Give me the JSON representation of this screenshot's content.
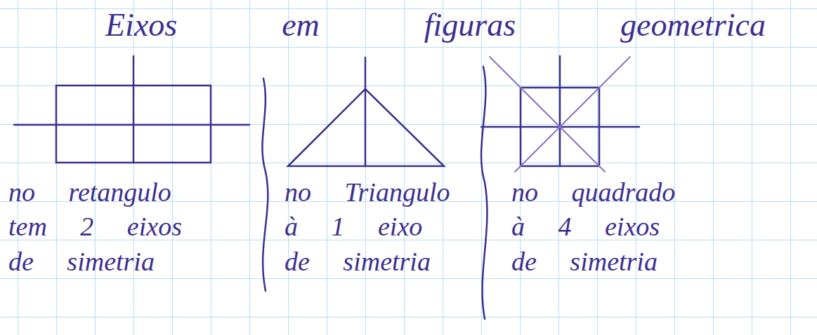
{
  "diagram": {
    "title": "Eixos em figuras geometrica",
    "labels": [
      "no retangulo tem 2 eixos de simetria",
      "no Triangulo à 1 eixo de simetria",
      "no quadrado à 4 eixos de simetria"
    ]
  }
}
